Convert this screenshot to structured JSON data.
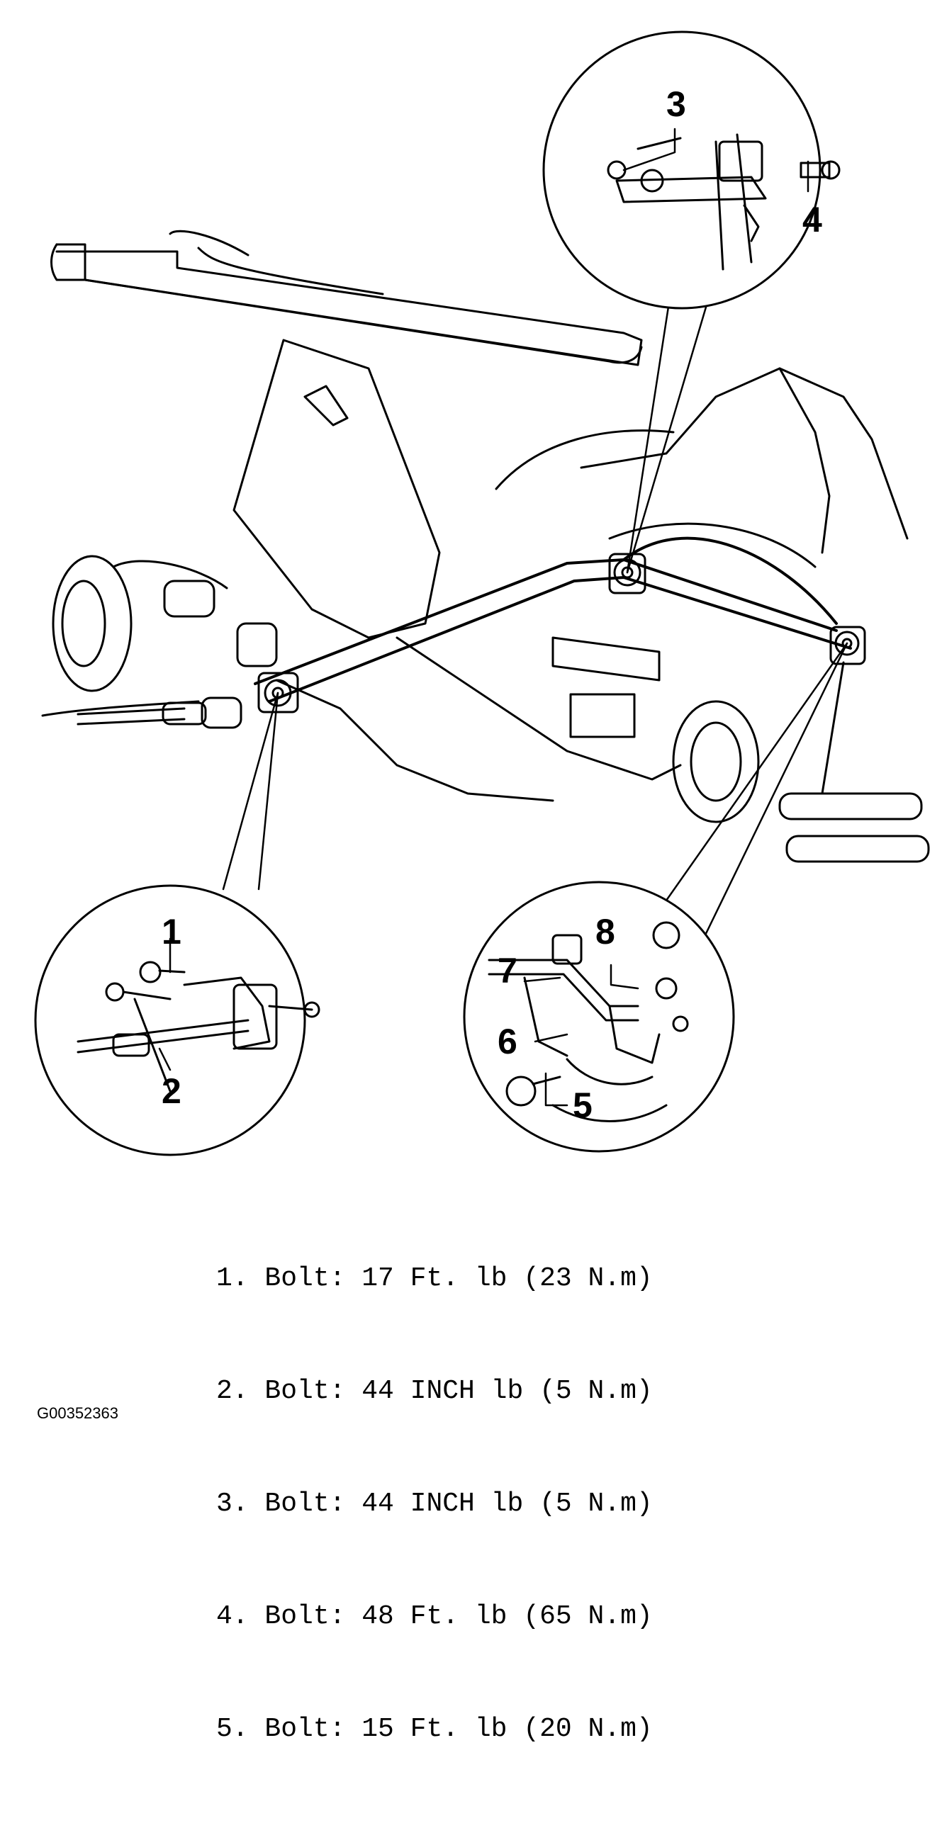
{
  "callouts": {
    "c1": "1",
    "c2": "2",
    "c3": "3",
    "c4": "4",
    "c5": "5",
    "c6": "6",
    "c7": "7",
    "c8": "8"
  },
  "legend": [
    "1. Bolt: 17 Ft. lb (23 N.m)",
    "2. Bolt: 44 INCH lb (5 N.m)",
    "3. Bolt: 44 INCH lb (5 N.m)",
    "4. Bolt: 48 Ft. lb (65 N.m)",
    "5. Bolt: 15 Ft. lb (20 N.m)"
  ],
  "figure_id": "G00352363",
  "colors": {
    "ink": "#000000",
    "paper": "#ffffff"
  }
}
